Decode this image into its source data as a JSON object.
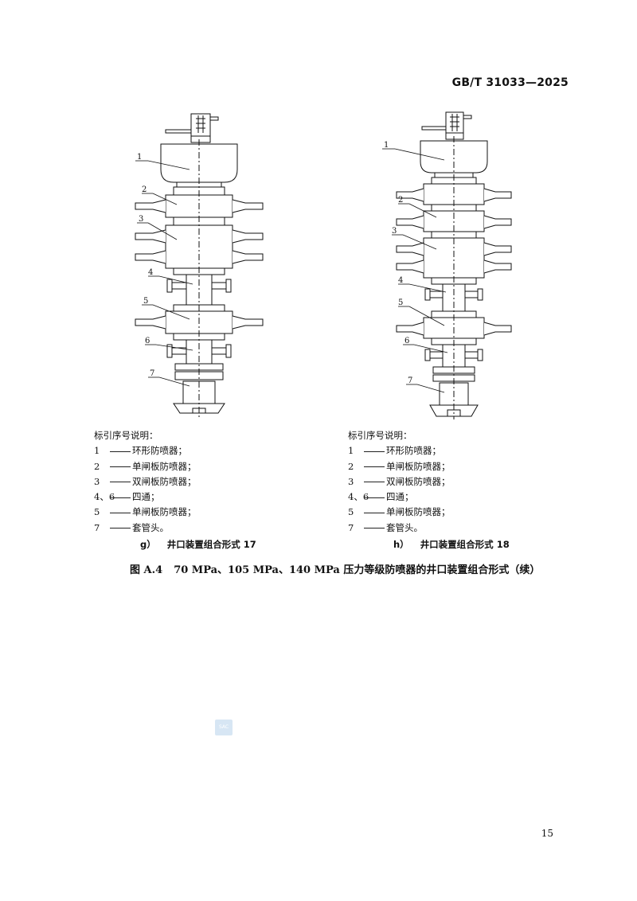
{
  "header": {
    "standard_number": "GB/T 31033—2025"
  },
  "figures": [
    {
      "callouts": [
        "1",
        "2",
        "3",
        "4",
        "5",
        "6",
        "7"
      ],
      "legend_title": "标引序号说明：",
      "legend_items": [
        {
          "num": "1",
          "text": "环形防喷器；"
        },
        {
          "num": "2",
          "text": "单闸板防喷器；"
        },
        {
          "num": "3",
          "text": "双闸板防喷器；"
        },
        {
          "num": "4、6",
          "text": "四通；"
        },
        {
          "num": "5",
          "text": "单闸板防喷器；"
        },
        {
          "num": "7",
          "text": "套管头。"
        }
      ],
      "caption_tag": "g）",
      "caption": "井口装置组合形式 17"
    },
    {
      "callouts": [
        "1",
        "2",
        "3",
        "4",
        "5",
        "6",
        "7"
      ],
      "legend_title": "标引序号说明：",
      "legend_items": [
        {
          "num": "1",
          "text": "环形防喷器；"
        },
        {
          "num": "2",
          "text": "单闸板防喷器；"
        },
        {
          "num": "3",
          "text": "双闸板防喷器；"
        },
        {
          "num": "4、6",
          "text": "四通；"
        },
        {
          "num": "5",
          "text": "单闸板防喷器；"
        },
        {
          "num": "7",
          "text": "套管头。"
        }
      ],
      "caption_tag": "h）",
      "caption": "井口装置组合形式 18"
    }
  ],
  "main_caption": {
    "number": "图 A.4",
    "text": "70 MPa、105 MPa、140 MPa 压力等级防喷器的井口装置组合形式（续）"
  },
  "watermark": "SAC",
  "page_number": "15"
}
